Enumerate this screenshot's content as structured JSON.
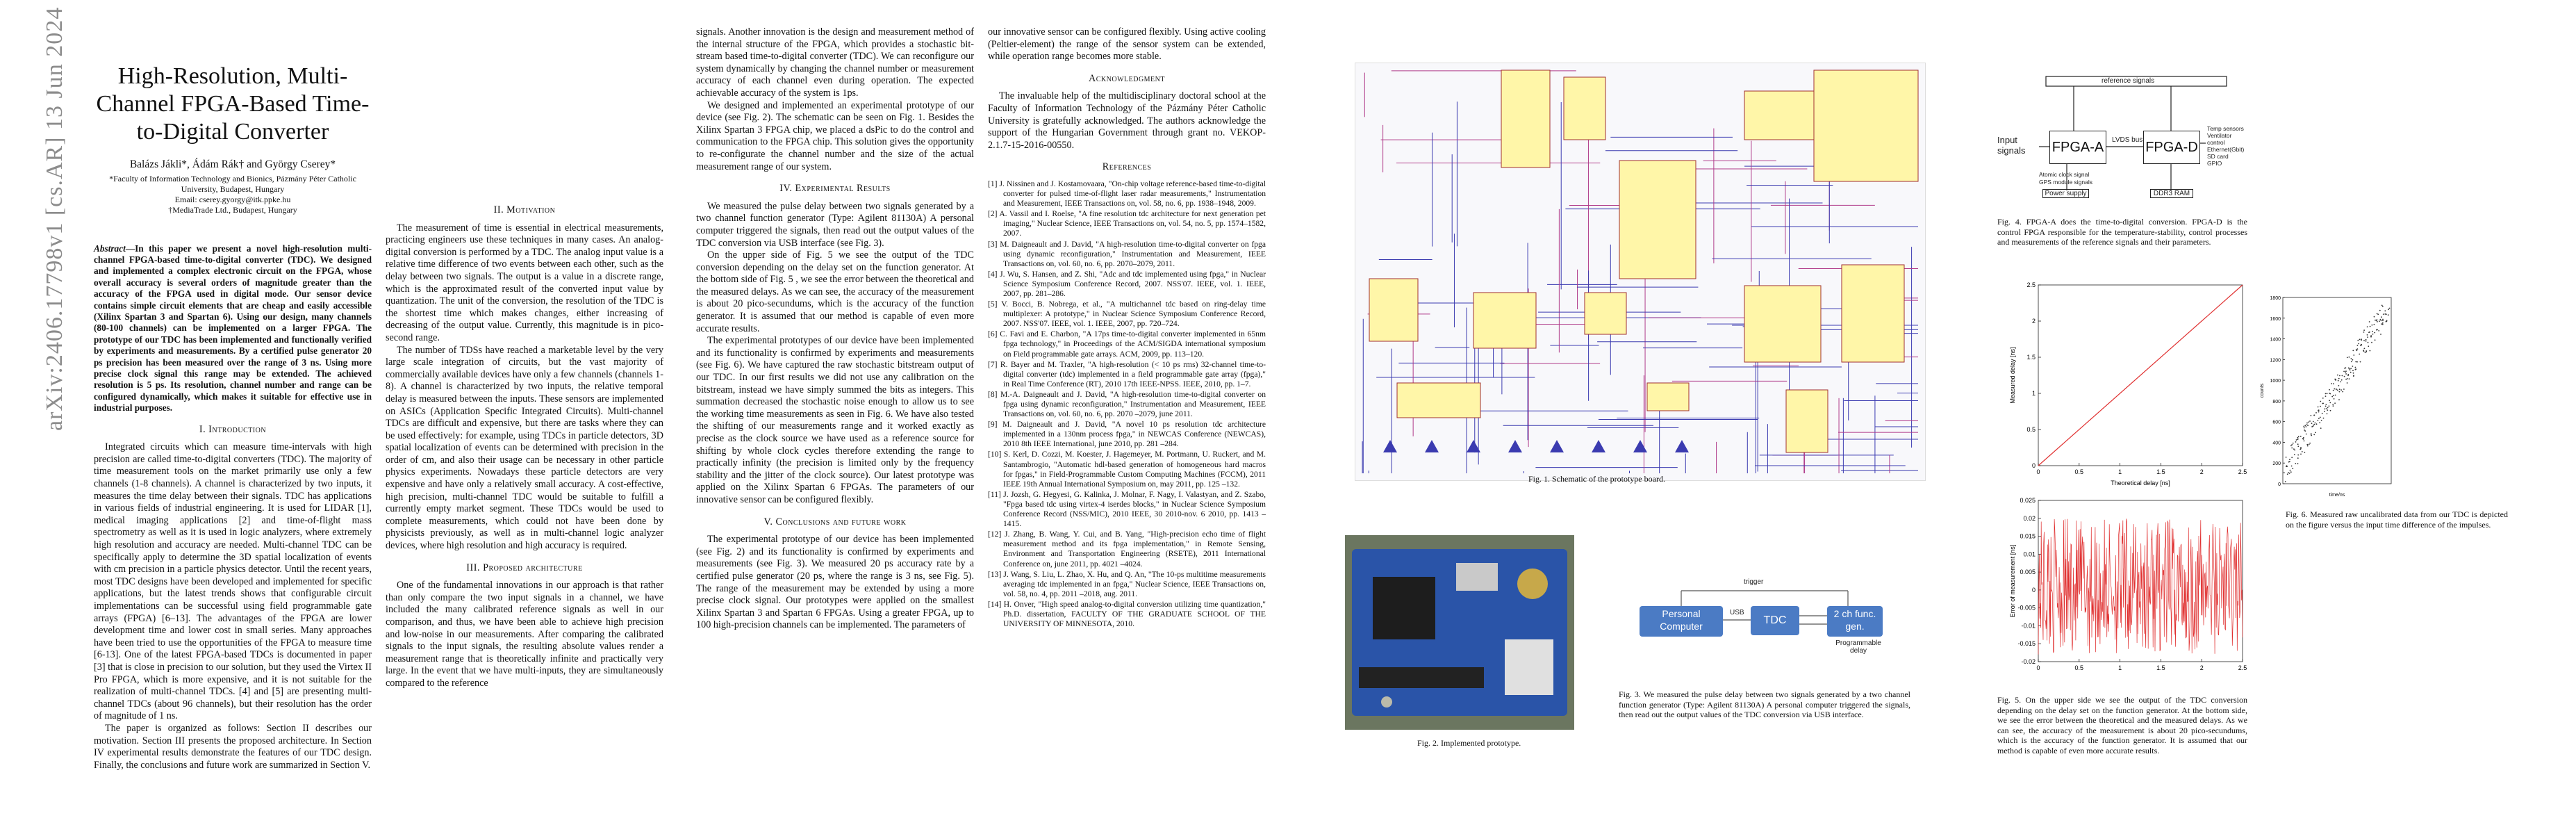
{
  "arxiv_id": "arXiv:2406.17798v1  [cs.AR]  13 Jun 2024",
  "title": "High-Resolution, Multi-Channel FPGA-Based Time-to-Digital Converter",
  "authors": "Balázs Jákli*, Ádám Rák† and György Cserey*",
  "affil1": "*Faculty of Information Technology and Bionics, Pázmány Péter Catholic University, Budapest, Hungary",
  "affil2": "Email: cserey.gyorgy@itk.ppke.hu",
  "affil3": "†MediaTrade Ltd., Budapest, Hungary",
  "abstract_label": "Abstract",
  "abstract": "—In this paper we present a novel high-resolution multi-channel FPGA-based time-to-digital converter (TDC). We designed and implemented a complex electronic circuit on the FPGA, whose overall accuracy is several orders of magnitude greater than the accuracy of the FPGA used in digital mode. Our sensor device contains simple circuit elements that are cheap and easily accessible (Xilinx Spartan 3 and Spartan 6). Using our design, many channels (80-100 channels) can be implemented on a larger FPGA. The prototype of our TDC has been implemented and functionally verified by experiments and measurements. By a certified pulse generator 20 ps precision has been measured over the range of 3 ns. Using more precise clock signal this range may be extended. The achieved resolution is 5 ps. Its resolution, channel number and range can be configured dynamically, which makes it suitable for effective use in industrial purposes.",
  "sec1": "I. Introduction",
  "sec1_p1": "Integrated circuits which can measure time-intervals with high precision are called time-to-digital converters (TDC). The majority of time measurement tools on the market primarily use only a few channels (1-8 channels). A channel is characterized by two inputs, it measures the time delay between their signals. TDC has applications in various fields of industrial engineering. It is used for LIDAR [1], medical imaging applications [2] and time-of-flight mass spectrometry as well as it is used in logic analyzers, where extremely high resolution and accuracy are needed. Multi-channel TDC can be specifically apply to determine the 3D spatial localization of events with cm precision in a particle physics detector. Until the recent years, most TDC designs have been developed and implemented for specific applications, but the latest trends shows that configurable circuit implementations can be successful using field programmable gate arrays (FPGA) [6–13]. The advantages of the FPGA are lower development time and lower cost in small series. Many approaches have been tried to use the opportunities of the FPGA to measure time [6-13]. One of the latest FPGA-based TDCs is documented in paper [3] that is close in precision to our solution, but they used the Virtex II Pro FPGA, which is more expensive, and it is not suitable for the realization of multi-channel TDCs. [4] and [5] are presenting multi-channel TDCs (about 96 channels), but their resolution has the order of magnitude of 1 ns.",
  "sec1_p2": "The paper is organized as follows: Section II describes our motivation. Section III presents the proposed architecture. In Section IV experimental results demonstrate the features of our TDC design. Finally, the conclusions and future work are summarized in Section V.",
  "c2_top": "summarized in Section V.",
  "sec2": "II. Motivation",
  "sec2_p1": "The measurement of time is essential in electrical measurements, practicing engineers use these techniques in many cases. An analog-digital conversion is performed by a TDC. The analog input value is a relative time difference of two events between each other, such as the delay between two signals. The output is a value in a discrete range, which is the approximated result of the converted input value by quantization. The unit of the conversion, the resolution of the TDC is the shortest time which makes changes, either increasing of decreasing of the output value. Currently, this magnitude is in pico-second range.",
  "sec2_p2": "The number of TDSs have reached a marketable level by the very large scale integration of circuits, but the vast majority of commercially available devices have only a few channels (channels 1-8). A channel is characterized by two inputs, the relative temporal delay is measured between the inputs. These sensors are implemented on ASICs (Application Specific Integrated Circuits). Multi-channel TDCs are difficult and expensive, but there are tasks where they can be used effectively: for example, using TDCs in particle detectors, 3D spatial localization of events can be determined with precision in the order of cm, and also their usage can be necessary in other particle physics experiments. Nowadays these particle detectors are very expensive and have only a relatively small accuracy. A cost-effective, high precision, multi-channel TDC would be suitable to fulfill a currently empty market segment. These TDCs would be used to complete measurements, which could not have been done by physicists previously, as well as in multi-channel logic analyzer devices, where high resolution and high accuracy is required.",
  "sec3": "III. Proposed architecture",
  "sec3_p1": "One of the fundamental innovations in our approach is that rather than only compare the two input signals in a channel, we have included the many calibrated reference signals as well in our comparison, and thus, we have been able to achieve high precision and low-noise in our measurements. After comparing the calibrated signals to the input signals, the resulting absolute values render a measurement range that is theoretically infinite and practically very large. In the event that we have multi-inputs, they are simultaneously compared to the reference",
  "c3_p0": "signals. Another innovation is the design and measurement method of the internal structure of the FPGA, which provides a stochastic bit-stream based time-to-digital converter (TDC). We can reconfigure our system dynamically by changing the channel number or measurement accuracy of each channel even during operation. The expected achievable accuracy of the system is 1ps.",
  "c3_p1": "We designed and implemented an experimental prototype of our device (see Fig. 2). The schematic can be seen on Fig. 1. Besides the Xilinx Spartan 3 FPGA chip, we placed a dsPic to do the control and communication to the FPGA chip. This solution gives the opportunity to re-configurate the channel number and the size of the actual measurement range of our system.",
  "sec4": "IV. Experimental Results",
  "c3_p2": "We measured the pulse delay between two signals generated by a two channel function generator (Type: Agilent 81130A) A personal computer triggered the signals, then read out the output values of the TDC conversion via USB interface (see Fig. 3).",
  "c3_p3": "On the upper side of Fig. 5 we see the output of the TDC conversion depending on the delay set on the function generator. At the bottom side of Fig. 5 , we see the error between the theoretical and the measured delays. As we can see, the accuracy of the measurement is about 20 pico-secundums, which is the accuracy of the function generator. It is assumed that our method is capable of even more accurate results.",
  "c3_p4": "The experimental prototypes of our device have been implemented and its functionality is confirmed by experiments and measurements (see Fig. 6). We have captured the raw stochastic bitstream output of our TDC. In our first results we did not use any calibration on the bitstream, instead we have simply summed the bits as integers. This summation decreased the stochastic noise enough to allow us to see the working time measurements as seen in Fig. 6. We have also tested the shifting of our measurements range and it worked exactly as precise as the clock source we have used as a reference source for shifting by whole clock cycles therefore extending the range to practically infinity (the precision is limited only by the frequency stability and the jitter of the clock source). Our latest prototype was applied on the Xilinx Spartan 6 FPGAs. The parameters of our innovative sensor can be configured flexibly.",
  "sec5": "V. Conclusions and future work",
  "c3_p5": "The experimental prototype of our device has been implemented (see Fig. 2) and its functionality is confirmed by experiments and measurements (see Fig. 3). We measured 20 ps accuracy rate by a certified pulse generator (20 ps, where the range is 3 ns, see Fig. 5). The range of the measurement may be extended by using a more precise clock signal. Our prototypes were applied on the smallest Xilinx Spartan 3 and Spartan 6 FPGAs. Using a greater FPGA, up to 100 high-precision channels can be implemented. The parameters of",
  "c4_p0": "our innovative sensor can be configured flexibly. Using active cooling (Peltier-element) the range of the sensor system can be extended, while operation range becomes more stable.",
  "ack": "Acknowledgment",
  "ack_p": "The invaluable help of the multidisciplinary doctoral school at the Faculty of Information Technology of the Pázmány Péter Catholic University is gratefully acknowledged. The authors acknowledge the support of the Hungarian Government through grant no. VEKOP-2.1.7-15-2016-00550.",
  "refs_title": "References",
  "refs": [
    "[1] J. Nissinen and J. Kostamovaara, \"On-chip voltage reference-based time-to-digital converter for pulsed time-of-flight laser radar measurements,\" Instrumentation and Measurement, IEEE Transactions on, vol. 58, no. 6, pp. 1938–1948, 2009.",
    "[2] A. Vassil and I. Roelse, \"A fine resolution tdc architecture for next generation pet imaging,\" Nuclear Science, IEEE Transactions on, vol. 54, no. 5, pp. 1574–1582, 2007.",
    "[3] M. Daigneault and J. David, \"A high-resolution time-to-digital converter on fpga using dynamic reconfiguration,\" Instrumentation and Measurement, IEEE Transactions on, vol. 60, no. 6, pp. 2070–2079, 2011.",
    "[4] J. Wu, S. Hansen, and Z. Shi, \"Adc and tdc implemented using fpga,\" in Nuclear Science Symposium Conference Record, 2007. NSS'07. IEEE, vol. 1. IEEE, 2007, pp. 281–286.",
    "[5] V. Bocci, B. Nobrega, et al., \"A multichannel tdc based on ring-delay time multiplexer: A prototype,\" in Nuclear Science Symposium Conference Record, 2007. NSS'07. IEEE, vol. 1. IEEE, 2007, pp. 720–724.",
    "[6] C. Favi and E. Charbon, \"A 17ps time-to-digital converter implemented in 65nm fpga technology,\" in Proceedings of the ACM/SIGDA international symposium on Field programmable gate arrays. ACM, 2009, pp. 113–120.",
    "[7] R. Bayer and M. Traxler, \"A high-resolution (< 10 ps rms) 32-channel time-to-digital converter (tdc) implemented in a field programmable gate array (fpga),\" in Real Time Conference (RT), 2010 17th IEEE-NPSS. IEEE, 2010, pp. 1–7.",
    "[8] M.-A. Daigneault and J. David, \"A high-resolution time-to-digital converter on fpga using dynamic reconfiguration,\" Instrumentation and Measurement, IEEE Transactions on, vol. 60, no. 6, pp. 2070 –2079, june 2011.",
    "[9] M. Daigneault and J. David, \"A novel 10 ps resolution tdc architecture implemented in a 130nm process fpga,\" in NEWCAS Conference (NEWCAS), 2010 8th IEEE International, june 2010, pp. 281 –284.",
    "[10] S. Kerl, D. Cozzi, M. Koester, J. Hagemeyer, M. Portmann, U. Ruckert, and M. Santambrogio, \"Automatic hdl-based generation of homogeneous hard macros for fpgas,\" in Field-Programmable Custom Computing Machines (FCCM), 2011 IEEE 19th Annual International Symposium on, may 2011, pp. 125 –132.",
    "[11] J. Jozsh, G. Hegyesi, G. Kalinka, J. Molnar, F. Nagy, I. Valastyan, and Z. Szabo, \"Fpga based tdc using virtex-4 iserdes blocks,\" in Nuclear Science Symposium Conference Record (NSS/MIC), 2010 IEEE, 30 2010-nov. 6 2010, pp. 1413 –1415.",
    "[12] J. Zhang, B. Wang, Y. Cui, and B. Yang, \"High-precision echo time of flight measurement method and its fpga implementation,\" in Remote Sensing, Environment and Transportation Engineering (RSETE), 2011 International Conference on, june 2011, pp. 4021 –4024.",
    "[13] J. Wang, S. Liu, L. Zhao, X. Hu, and Q. An, \"The 10-ps multitime measurements averaging tdc implemented in an fpga,\" Nuclear Science, IEEE Transactions on, vol. 58, no. 4, pp. 2011 –2018, aug. 2011.",
    "[14] H. Onver, \"High speed analog-to-digital conversion utilizing time quantization,\" Ph.D. dissertation, FACULTY OF THE GRADUATE SCHOOL OF THE UNIVERSITY OF MINNESOTA, 2010."
  ],
  "fig1_cap": "Fig. 1.    Schematic of the prototype board.",
  "fig2_cap": "Fig. 2.    Implemented prototype.",
  "fig3": {
    "trigger": "trigger",
    "pc": "Personal Computer",
    "usb": "USB",
    "tdc": "TDC",
    "gen": "2 ch func. gen.",
    "delay": "Programmable delay",
    "cap": "Fig. 3.    We measured the pulse delay between two signals generated by a two channel function generator (Type: Agilent 81130A) A personal computer triggered the signals, then read out the output values of the TDC conversion via USB interface."
  },
  "fig4": {
    "ref": "reference signals",
    "input": "Input signals",
    "fpga_a": "FPGA-A",
    "fpga_d": "FPGA-D",
    "lvds": "LVDS bus",
    "atomic": "Atomic clock signal",
    "gps": "GPS module signals",
    "power": "Power supply",
    "ddr": "DDR3 RAM",
    "right": [
      "Temp sensors",
      "Ventilator control",
      "Ethernet(Gbit)",
      "SD card",
      "GPIO"
    ],
    "cap": "Fig. 4.    FPGA-A does the time-to-digital conversion. FPGA-D is the control FPGA responsible for the temperature-stability, control processes and measurements of the reference signals and their parameters."
  },
  "fig5_cap": "Fig. 5.    On the upper side we see the output of the TDC conversion depending on the delay set on the function generator. At the bottom side, we see the error between the theoretical and the measured delays. As we can see, the accuracy of the measurement is about 20 pico-secundums, which is the accuracy of the function generator. It is assumed that our method is capable of even more accurate results.",
  "fig6_cap": "Fig. 6.    Measured raw uncalibrated data from our TDC is depicted on the figure versus the input time difference of the impulses.",
  "chart_data": [
    {
      "type": "line",
      "xlabel": "Theoretical delay [ns]",
      "ylabel": "Measured delay [ns]",
      "xlim": [
        0,
        2.5
      ],
      "ylim": [
        0,
        2.5
      ],
      "x_ticks": [
        "0",
        "0.5",
        "1",
        "1.5",
        "2",
        "2.5"
      ],
      "y_ticks": [
        "0",
        "0.5",
        "1",
        "1.5",
        "2",
        "2.5"
      ],
      "x": [
        0,
        2.5
      ],
      "y": [
        0,
        2.5
      ],
      "color": "#e03030"
    },
    {
      "type": "line",
      "xlabel": "",
      "ylabel": "Error of measurement [ns]",
      "xlim": [
        0,
        2.5
      ],
      "ylim": [
        -0.02,
        0.025
      ],
      "x_ticks": [
        "0",
        "0.5",
        "1",
        "1.5",
        "2",
        "2.5"
      ],
      "y_ticks": [
        "-0.02",
        "-0.015",
        "-0.01",
        "-0.005",
        "0",
        "0.005",
        "0.01",
        "0.015",
        "0.02",
        "0.025"
      ],
      "color": "#e03030"
    },
    {
      "type": "scatter",
      "xlabel": "time/ns",
      "ylabel": "counts",
      "y_ticks": [
        "0",
        "200",
        "400",
        "600",
        "800",
        "1000",
        "1200",
        "1400",
        "1600",
        "1800"
      ],
      "ylim": [
        0,
        1800
      ]
    }
  ]
}
